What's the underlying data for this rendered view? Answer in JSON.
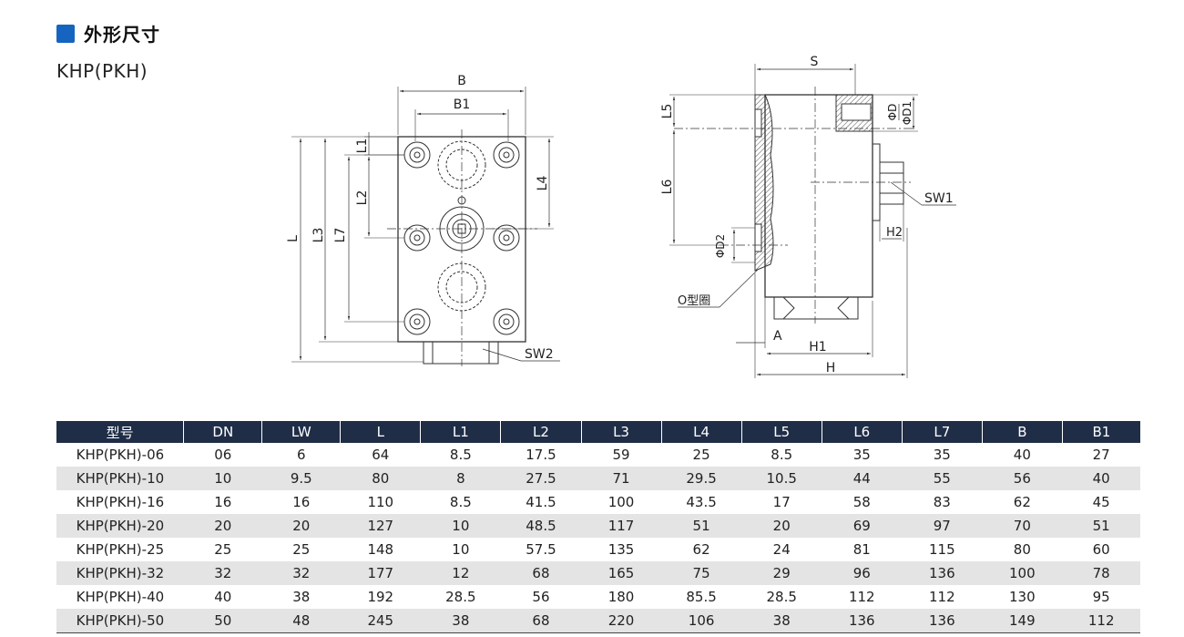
{
  "header": {
    "title": "外形尺寸",
    "subtitle": "KHP(PKH)"
  },
  "drawing": {
    "left_labels": [
      "B",
      "B1",
      "L1",
      "L2",
      "L4",
      "L",
      "L3",
      "L7",
      "SW2"
    ],
    "right_labels": [
      "S",
      "L5",
      "ΦD",
      "ΦD1",
      "L6",
      "SW1",
      "H2",
      "ΦD2",
      "O型圈",
      "A",
      "H1",
      "H"
    ]
  },
  "table": {
    "columns": [
      "型号",
      "DN",
      "LW",
      "L",
      "L1",
      "L2",
      "L3",
      "L4",
      "L5",
      "L6",
      "L7",
      "B",
      "B1"
    ],
    "rows": [
      [
        "KHP(PKH)-06",
        "06",
        "6",
        "64",
        "8.5",
        "17.5",
        "59",
        "25",
        "8.5",
        "35",
        "35",
        "40",
        "27"
      ],
      [
        "KHP(PKH)-10",
        "10",
        "9.5",
        "80",
        "8",
        "27.5",
        "71",
        "29.5",
        "10.5",
        "44",
        "55",
        "56",
        "40"
      ],
      [
        "KHP(PKH)-16",
        "16",
        "16",
        "110",
        "8.5",
        "41.5",
        "100",
        "43.5",
        "17",
        "58",
        "83",
        "62",
        "45"
      ],
      [
        "KHP(PKH)-20",
        "20",
        "20",
        "127",
        "10",
        "48.5",
        "117",
        "51",
        "20",
        "69",
        "97",
        "70",
        "51"
      ],
      [
        "KHP(PKH)-25",
        "25",
        "25",
        "148",
        "10",
        "57.5",
        "135",
        "62",
        "24",
        "81",
        "115",
        "80",
        "60"
      ],
      [
        "KHP(PKH)-32",
        "32",
        "32",
        "177",
        "12",
        "68",
        "165",
        "75",
        "29",
        "96",
        "136",
        "100",
        "78"
      ],
      [
        "KHP(PKH)-40",
        "40",
        "38",
        "192",
        "28.5",
        "56",
        "180",
        "85.5",
        "28.5",
        "112",
        "112",
        "130",
        "95"
      ],
      [
        "KHP(PKH)-50",
        "50",
        "48",
        "245",
        "38",
        "68",
        "220",
        "106",
        "38",
        "136",
        "136",
        "149",
        "112"
      ]
    ]
  }
}
